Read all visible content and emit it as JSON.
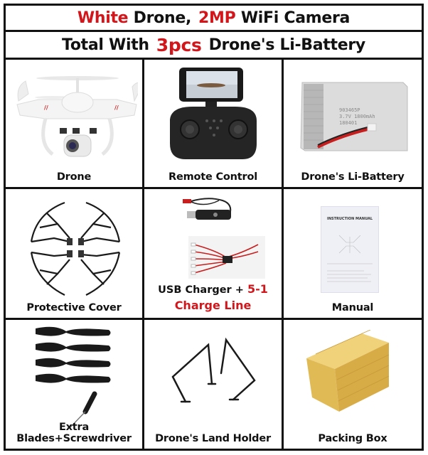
{
  "header": {
    "line1": {
      "part1": "White",
      "part2": "Drone,",
      "part3": "2MP",
      "part4": "WiFi Camera"
    },
    "line2": {
      "part1": "Total With",
      "part2": "3pcs",
      "part3": "Drone's Li-Battery"
    }
  },
  "items": [
    {
      "caption": "Drone",
      "icon": "drone-icon"
    },
    {
      "caption": "Remote Control",
      "icon": "remote-control-icon"
    },
    {
      "caption": "Drone's  Li-Battery",
      "icon": "battery-icon"
    },
    {
      "caption": "Protective Cover",
      "icon": "propeller-guard-icon"
    },
    {
      "caption_line1": "USB Charger + ",
      "caption_line1_red": "5-1",
      "caption_line2": "Charge Line",
      "icon": "usb-charger-icon"
    },
    {
      "caption": "Manual",
      "icon": "manual-icon"
    },
    {
      "caption": "Extra Blades+Screwdriver",
      "icon": "blades-screwdriver-icon"
    },
    {
      "caption": "Drone's Land Holder",
      "icon": "landing-gear-icon"
    },
    {
      "caption": "Packing Box",
      "icon": "packing-box-icon"
    }
  ],
  "manual": {
    "title": "INSTRUCTION MANUAL"
  },
  "colors": {
    "accent_red": "#d2171c",
    "border": "#111111",
    "box": "#e6c25a"
  }
}
